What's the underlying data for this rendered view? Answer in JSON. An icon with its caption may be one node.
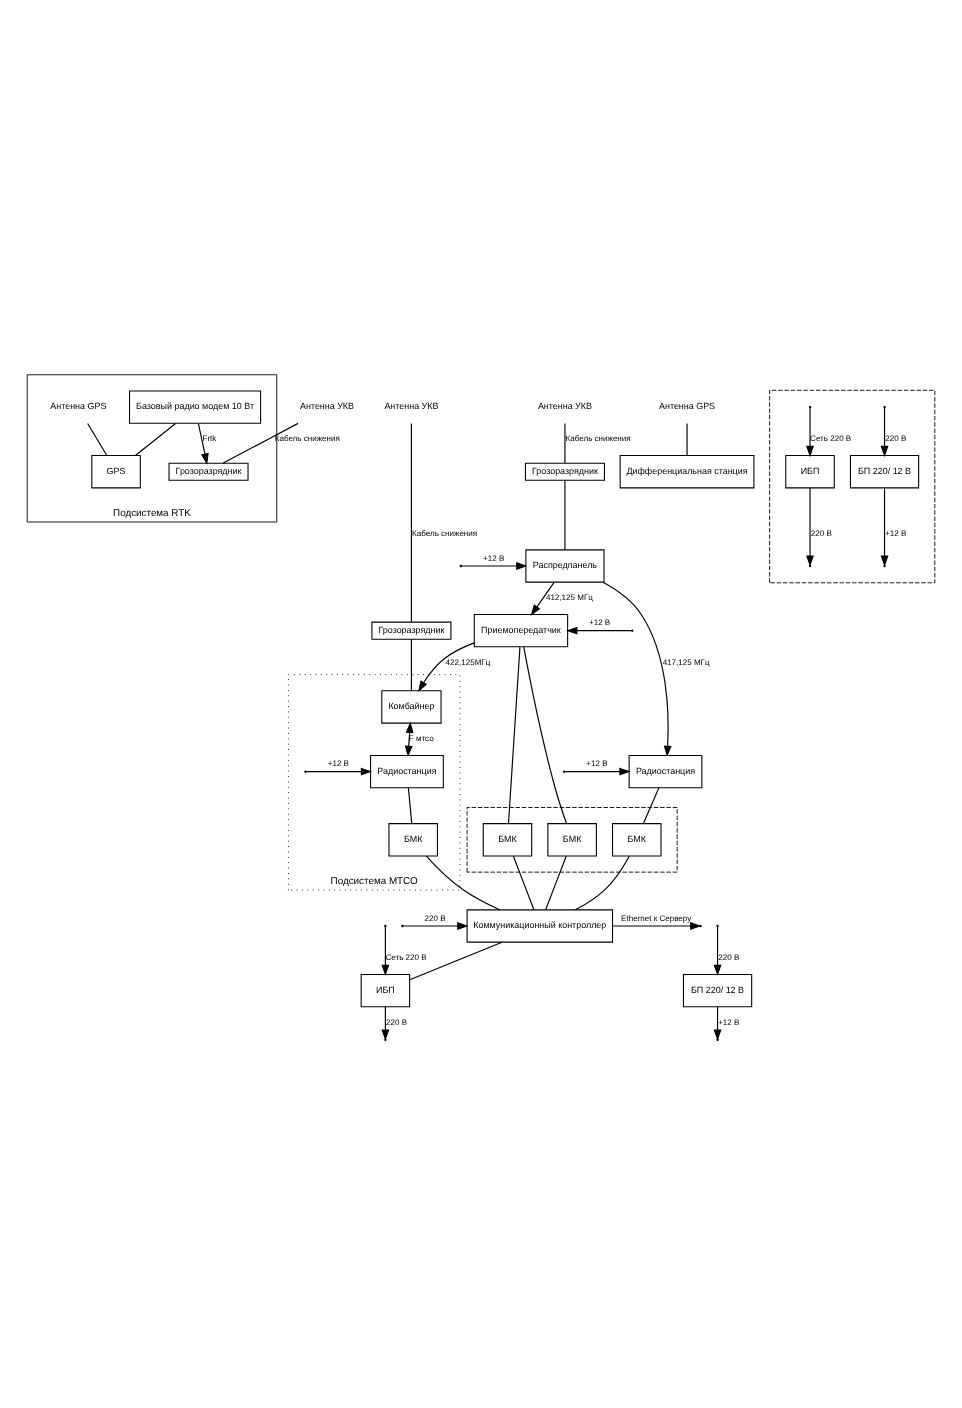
{
  "diagram": {
    "nodes": [
      {
        "text": [
          "Подсистема RTK"
        ]
      },
      {
        "text": [
          "Антенна УКВ"
        ]
      },
      {
        "text": [
          "Грозоразрядник"
        ],
        "in": 0
      },
      {
        "text": [
          "Базовый радио модем 10 Вт"
        ],
        "in": 0
      },
      {
        "text": [
          "Антенна GPS"
        ],
        "in": 0
      },
      {
        "text": [
          "GPS"
        ],
        "in": 0
      },
      {
        "text": [
          "Антенна УКВ"
        ]
      },
      {
        "text": [
          "Грозоразрядник"
        ]
      },
      {
        "text": [
          "Антенна УКВ"
        ]
      },
      {
        "text": [
          "Грозоразрядник"
        ]
      },
      {
        "text": [
          "Распредпанель"
        ]
      },
      {
        "text": [
          "Подсистема МТСО"
        ]
      },
      {
        "text": [
          "Комбайнер"
        ],
        "in": 11
      },
      {
        "text": [
          "Радиостанция"
        ],
        "in": 11
      },
      {
        "text": [
          "БМК"
        ],
        "in": 11
      },
      {
        "text": [
          "Приемопередатчик"
        ]
      },
      {
        "text": [
          "Радиостанция"
        ]
      },
      {
        "text": [],
        "shape": "box"
      },
      {
        "text": [
          "БМК"
        ],
        "in": 17
      },
      {
        "text": [
          "БМК"
        ],
        "in": 17
      },
      {
        "text": [
          "БМК"
        ],
        "in": 17
      },
      {
        "text": [
          "Коммуникационный контроллер"
        ]
      },
      {
        "text": [
          "Дифференциальная станция"
        ]
      },
      {
        "text": [
          "Антенна GPS"
        ]
      },
      {
        "text": [],
        "shape": "box"
      },
      {
        "text": [
          "БП 220/ 12 В"
        ],
        "in": 24
      },
      {
        "text": [
          "ИБП"
        ],
        "in": 24
      },
      {
        "text": [
          "БП 220/ 12 В"
        ]
      },
      {
        "text": [
          "ИБП"
        ]
      }
    ],
    "edges": [
      {
        "from": 1,
        "to": 2,
        "arrow": "none",
        "label": "Кабель снижения"
      },
      {
        "from": 3,
        "to": 2,
        "arrow": "to",
        "label": "Frtk"
      },
      {
        "from": 3,
        "to": 5,
        "arrow": "none"
      },
      {
        "from": 4,
        "to": 5,
        "arrow": "none"
      },
      {
        "from": 6,
        "to": 7,
        "arrow": "none",
        "label": "Кабель снижения"
      },
      {
        "from": 7,
        "to": 12,
        "arrow": "none"
      },
      {
        "from": 8,
        "to": 9,
        "arrow": "none",
        "label": "Кабель снижения"
      },
      {
        "from": 9,
        "to": 10,
        "arrow": "none"
      },
      {
        "from": null,
        "to": 10,
        "arrow": "to",
        "label": "+12 В"
      },
      {
        "from": 10,
        "to": 15,
        "arrow": "to",
        "label": "412,125 МГц"
      },
      {
        "from": 10,
        "to": 16,
        "arrow": "to",
        "label": "417,125 МГц"
      },
      {
        "from": 12,
        "to": 13,
        "arrow": "both",
        "label": "F мтсо"
      },
      {
        "from": 15,
        "to": 12,
        "arrow": "to",
        "label": "422,125МГц"
      },
      {
        "from": null,
        "to": 13,
        "arrow": "to",
        "label": "+12 В"
      },
      {
        "from": null,
        "to": 15,
        "arrow": "to",
        "label": "+12 В"
      },
      {
        "from": null,
        "to": 16,
        "arrow": "to",
        "label": "+12 В"
      },
      {
        "from": 13,
        "to": 14,
        "arrow": "none"
      },
      {
        "from": 15,
        "to": 18,
        "arrow": "none"
      },
      {
        "from": 15,
        "to": 19,
        "arrow": "none"
      },
      {
        "from": 16,
        "to": 20,
        "arrow": "none"
      },
      {
        "from": 14,
        "to": 21,
        "arrow": "none"
      },
      {
        "from": 18,
        "to": 21,
        "arrow": "none"
      },
      {
        "from": 19,
        "to": 21,
        "arrow": "none"
      },
      {
        "from": 20,
        "to": 21,
        "arrow": "none"
      },
      {
        "from": 21,
        "to": null,
        "arrow": "to",
        "label": "Ethernet к Серверу"
      },
      {
        "from": null,
        "to": 21,
        "arrow": "to",
        "label": "220 В"
      },
      {
        "from": 23,
        "to": 22,
        "arrow": "none"
      },
      {
        "from": 21,
        "to": 28,
        "arrow": "none"
      },
      {
        "from": 25,
        "to": null,
        "arrow": "to",
        "label": "+12 В"
      },
      {
        "from": null,
        "to": 25,
        "arrow": "to",
        "label": "220 В"
      },
      {
        "from": 26,
        "to": null,
        "arrow": "to",
        "label": "220 В"
      },
      {
        "from": null,
        "to": 26,
        "arrow": "to",
        "label": "Сеть 220 В"
      },
      {
        "from": null,
        "to": 27,
        "arrow": "to",
        "label": "220 В"
      },
      {
        "from": 27,
        "to": null,
        "arrow": "to",
        "label": "+12 В"
      },
      {
        "from": null,
        "to": 28,
        "arrow": "to",
        "label": "Сеть 220 В"
      },
      {
        "from": 28,
        "to": null,
        "arrow": "to",
        "label": "220 В"
      }
    ]
  }
}
